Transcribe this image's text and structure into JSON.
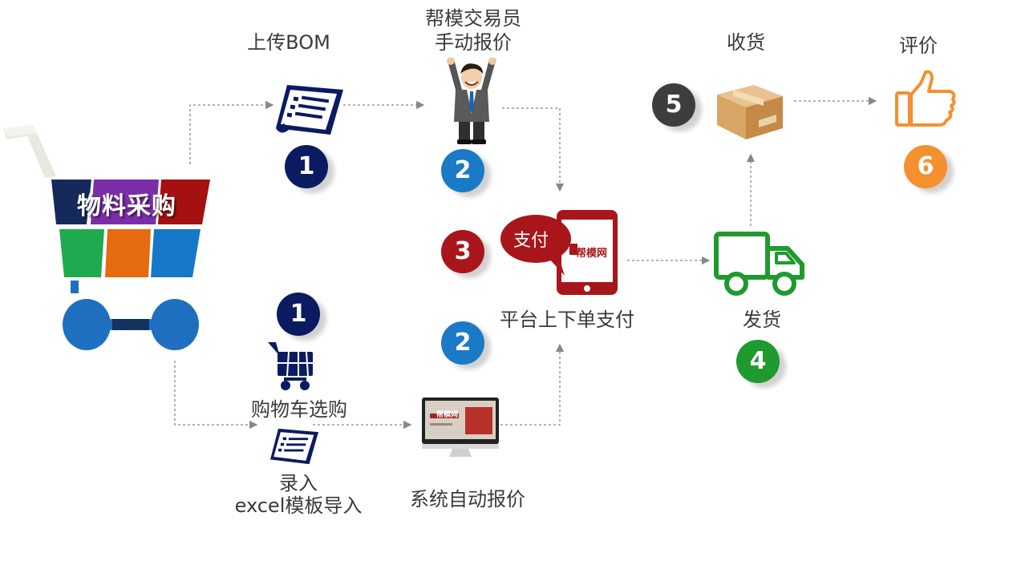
{
  "labels": {
    "upload_bom": "上传BOM",
    "trader_quote_line1": "帮模交易员",
    "trader_quote_line2": "手动报价",
    "receive": "收货",
    "review": "评价",
    "cart_title": "物料采购",
    "pay_bubble": "支付",
    "phone_brand": "帮模网",
    "platform_order": "平台上下单支付",
    "ship": "发货",
    "cart_browse": "购物车选购",
    "entry_line1": "录入",
    "entry_line2": "excel模板导入",
    "auto_quote": "系统自动报价",
    "monitor_brand": "帮模网"
  },
  "badges": {
    "upload_step": "1",
    "trader_step": "2",
    "pay_step": "3",
    "ship_step": "4",
    "receive_step": "5",
    "review_step": "6",
    "cart_step": "1",
    "auto_step": "2"
  },
  "colors": {
    "navy": "#0b1b62",
    "blue": "#1a7ac8",
    "red": "#a8161b",
    "green": "#1e9a2e",
    "dark": "#3d3d3d",
    "orange": "#f5902f",
    "arrow": "#888888"
  },
  "icons": {
    "document": "document-icon",
    "person": "businessman-icon",
    "box": "package-box-icon",
    "thumbs": "thumbs-up-icon",
    "phone": "smartphone-icon",
    "truck": "delivery-truck-icon",
    "cart": "shopping-cart-icon",
    "monitor": "desktop-monitor-icon"
  }
}
